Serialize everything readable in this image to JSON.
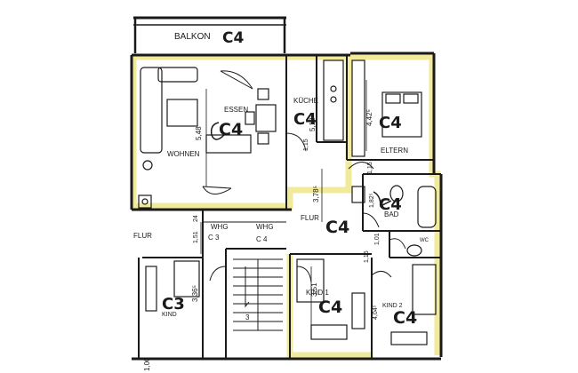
{
  "colors": {
    "ink": "#1a1a1a",
    "highlight": "#f0ea9a",
    "paper": "#ffffff"
  },
  "rooms": {
    "balkon": "BALKON",
    "essen": "ESSEN",
    "kueche": "KÜCHE",
    "wohnen": "WOHNEN",
    "eltern": "ELTERN",
    "bad": "BAD",
    "wc": "WC",
    "flur_main": "FLUR",
    "flur_left": "FLUR",
    "whg_c3": "WHG",
    "whg_c4": "WHG",
    "kind1": "KIND 1",
    "kind2": "KIND 2",
    "kind_left": "KIND"
  },
  "unit_marks": {
    "balkon": "C4",
    "essen": "C4",
    "kueche": "C4",
    "eltern": "C4",
    "bad": "C4",
    "flur": "C4",
    "kind1": "C4",
    "kind2": "C4",
    "left_room": "C3",
    "whg_c3": "C 3",
    "whg_c4": "C 4"
  },
  "dimensions": {
    "d_548": "5,48",
    "d_518": "5,18",
    "d_442": "4,42⁵",
    "d_378": "3,78⁵",
    "d_182": "1,82⁵",
    "d_151": "1,51",
    "d_101": "1,01",
    "d_351": "3,51",
    "d_336": "3,36⁵",
    "d_404": "4,04⁵",
    "d_100": "1,00",
    "d_115a": "1,15",
    "d_115b": "1,15",
    "d_115c": "1,15",
    "d_24": "24",
    "d_3": "3"
  }
}
